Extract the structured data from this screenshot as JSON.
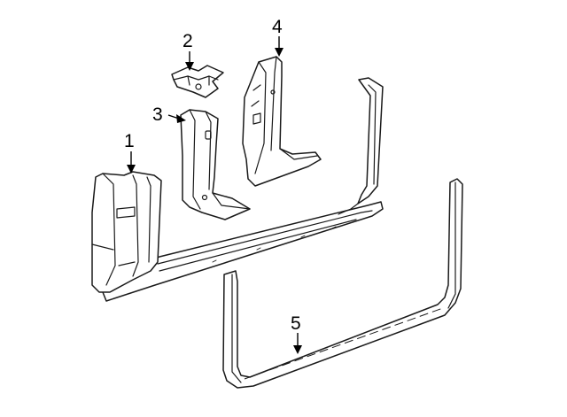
{
  "diagram": {
    "callouts": [
      {
        "id": "callout-1",
        "label": "1"
      },
      {
        "id": "callout-2",
        "label": "2"
      },
      {
        "id": "callout-3",
        "label": "3"
      },
      {
        "id": "callout-4",
        "label": "4"
      },
      {
        "id": "callout-5",
        "label": "5"
      }
    ],
    "colors": {
      "line": "#1a1a1a",
      "background": "#ffffff"
    }
  }
}
